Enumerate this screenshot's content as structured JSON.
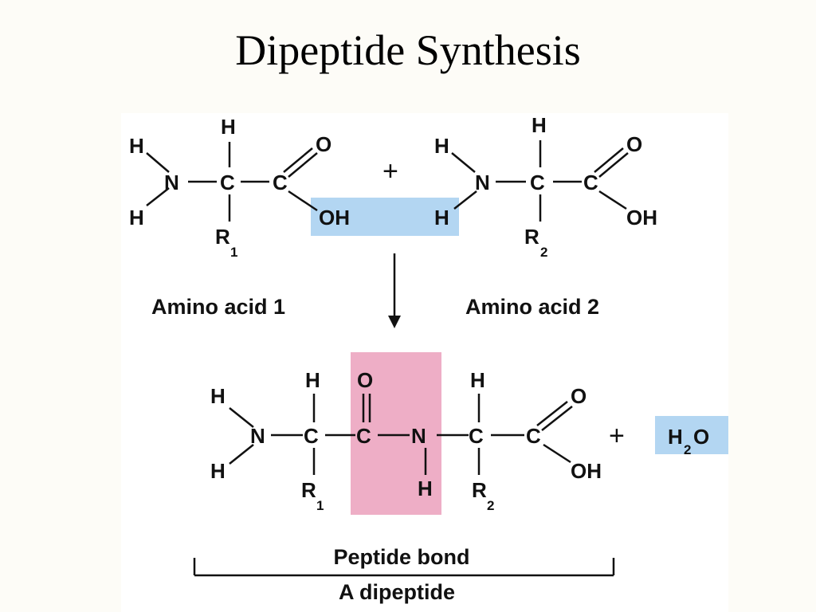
{
  "title": "Dipeptide Synthesis",
  "colors": {
    "water_highlight": "#b3d6f2",
    "peptide_bond_highlight": "#eeaec6",
    "background": "#fdfcf7",
    "panel": "#ffffff"
  },
  "reactants": {
    "plus": "+",
    "amino_acid_1": {
      "label": "Amino acid 1",
      "r_group": "R",
      "r_subscript": "1"
    },
    "amino_acid_2": {
      "label": "Amino acid 2",
      "r_group": "R",
      "r_subscript": "2"
    },
    "leaving_oh": "OH",
    "leaving_h": "H"
  },
  "atoms": {
    "H": "H",
    "N": "N",
    "C": "C",
    "O": "O",
    "OH": "OH"
  },
  "product": {
    "plus": "+",
    "water": {
      "symbol_left": "H",
      "subscript": "2",
      "symbol_right": "O"
    },
    "peptide_bond_label": "Peptide bond",
    "dipeptide_label": "A dipeptide"
  }
}
